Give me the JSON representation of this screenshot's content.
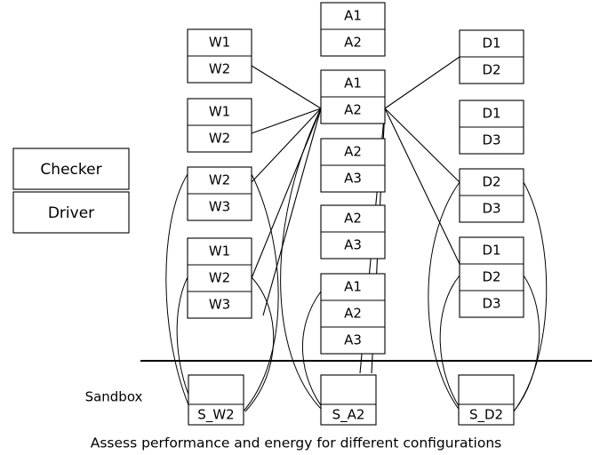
{
  "diagram": {
    "caption": "Assess performance and energy for different configurations",
    "sandbox_label": "Sandbox",
    "colors": {
      "background": "#ffffff",
      "stroke": "#000000",
      "box_fill": "#ffffff"
    },
    "left_panel": {
      "checker": "Checker",
      "driver": "Driver"
    },
    "workload_column": {
      "stacks": [
        {
          "id": "w-stack-1",
          "cells": [
            "W1",
            "W2"
          ]
        },
        {
          "id": "w-stack-2",
          "cells": [
            "W1",
            "W2"
          ]
        },
        {
          "id": "w-stack-3",
          "cells": [
            "W2",
            "W3"
          ]
        },
        {
          "id": "w-stack-4",
          "cells": [
            "W1",
            "W2",
            "W3"
          ]
        }
      ]
    },
    "algorithm_column": {
      "stacks": [
        {
          "id": "a-stack-1",
          "cells": [
            "A1",
            "A2"
          ]
        },
        {
          "id": "a-stack-2",
          "cells": [
            "A1",
            "A2"
          ]
        },
        {
          "id": "a-stack-3",
          "cells": [
            "A2",
            "A3"
          ]
        },
        {
          "id": "a-stack-4",
          "cells": [
            "A2",
            "A3"
          ]
        },
        {
          "id": "a-stack-5",
          "cells": [
            "A1",
            "A2",
            "A3"
          ]
        }
      ]
    },
    "device_column": {
      "stacks": [
        {
          "id": "d-stack-1",
          "cells": [
            "D1",
            "D2"
          ]
        },
        {
          "id": "d-stack-2",
          "cells": [
            "D1",
            "D3"
          ]
        },
        {
          "id": "d-stack-3",
          "cells": [
            "D2",
            "D3"
          ]
        },
        {
          "id": "d-stack-4",
          "cells": [
            "D1",
            "D2",
            "D3"
          ]
        }
      ]
    },
    "sandbox_row": {
      "boxes": [
        {
          "id": "s-w2",
          "cells": [
            "",
            "S_W2"
          ]
        },
        {
          "id": "s-a2",
          "cells": [
            "",
            "S_A2"
          ]
        },
        {
          "id": "s-d2",
          "cells": [
            "",
            "S_D2"
          ]
        }
      ]
    }
  }
}
